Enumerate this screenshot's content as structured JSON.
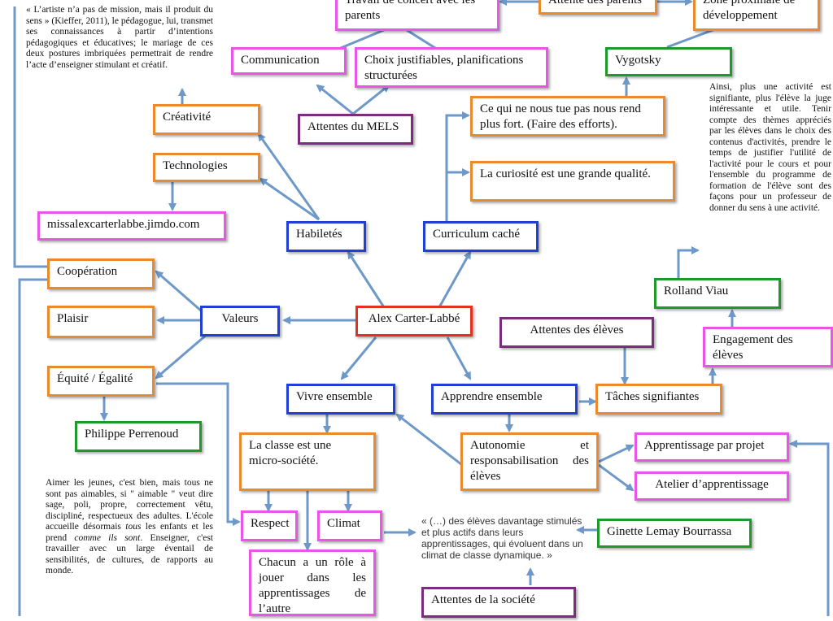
{
  "nodes": {
    "center": "Alex Carter-Labbé",
    "travail_concert": "Travail de concert avec les parents",
    "attente_parents": "Attente des parents",
    "zone_proximale": "Zone proximale de développement",
    "communication": "Communication",
    "choix_justifiables": "Choix justifiables, planifications structurées",
    "vygotsky": "Vygotsky",
    "creativite": "Créativité",
    "attentes_mels": "Attentes du MELS",
    "ce_qui": "Ce qui ne nous tue pas nous rend plus fort.  (Faire des efforts).",
    "technologies": "Technologies",
    "curiosite": "La curiosité est une grande qualité.",
    "site": "missalexcarterlabbe.jimdo.com",
    "habiletes": "Habiletés",
    "curriculum_cache": "Curriculum caché",
    "cooperation": "Coopération",
    "rolland_viau": "Rolland Viau",
    "plaisir": "Plaisir",
    "valeurs": "Valeurs",
    "attentes_eleves": "Attentes des élèves",
    "engagement": "Engagement des élèves",
    "equite": "Équité / Égalité",
    "vivre_ensemble": "Vivre ensemble",
    "apprendre_ensemble": "Apprendre ensemble",
    "taches": "Tâches signifiantes",
    "perrenoud": "Philippe Perrenoud",
    "classe_micro": "La classe est une micro-société.",
    "autonomie": "Autonomie et responsabilisation des élèves",
    "app_projet": "Apprentissage par projet",
    "atelier": "Atelier d’apprentissage",
    "respect": "Respect",
    "climat": "Climat",
    "ginette": "Ginette Lemay Bourrassa",
    "chacun": "Chacun a un rôle à jouer dans les apprentissages de l’autre",
    "attentes_societe": "Attentes de la société"
  },
  "notes": {
    "kieffer": "« L’artiste n’a pas de mission, mais il produit du sens » (Kieffer, 2011), le pédagogue, lui, transmet ses connaissances à partir d’intentions pédagogiques et éducatives; le mariage de ces deux postures imbriquées permettrait de rendre l’acte d’enseigner stimulant et créatif.",
    "viau": "Ainsi, plus une activité est signifiante, plus l'élève la juge intéressante et utile. Tenir compte des thèmes appréciés par les élèves dans le choix des contenus d'activités, prendre le temps de justifier l'utilité de l'activité pour le cours et pour l'ensemble du programme de formation de l'élève sont des façons pour un professeur de donner du sens à une activité.",
    "perrenoud_p1": "Aimer les jeunes, c'est bien, mais tous ne sont pas aimables, si \" aimable \" veut dire sage, poli, propre, correctement vêtu, discipliné, respectueux des adultes. L'école accueille désormais ",
    "perrenoud_em1": "tous",
    "perrenoud_p2": " les enfants et les prend ",
    "perrenoud_em2": "comme ils sont",
    "perrenoud_p3": ". Enseigner, c'est travailler avec un large éventail de sensibilités, de cultures, de rapports au monde.",
    "lemay": "« (…) des élèves davantage stimulés et plus actifs dans leurs apprentissages, qui évoluent dans un climat de classe dynamique. »"
  },
  "colors": {
    "orange": "#e98a2c",
    "blue": "#1f3fd6",
    "pink": "#ea55e8",
    "green": "#1e9a2c",
    "purple": "#7a2d7d",
    "red": "#e2311e",
    "connector": "#6d98c8"
  }
}
